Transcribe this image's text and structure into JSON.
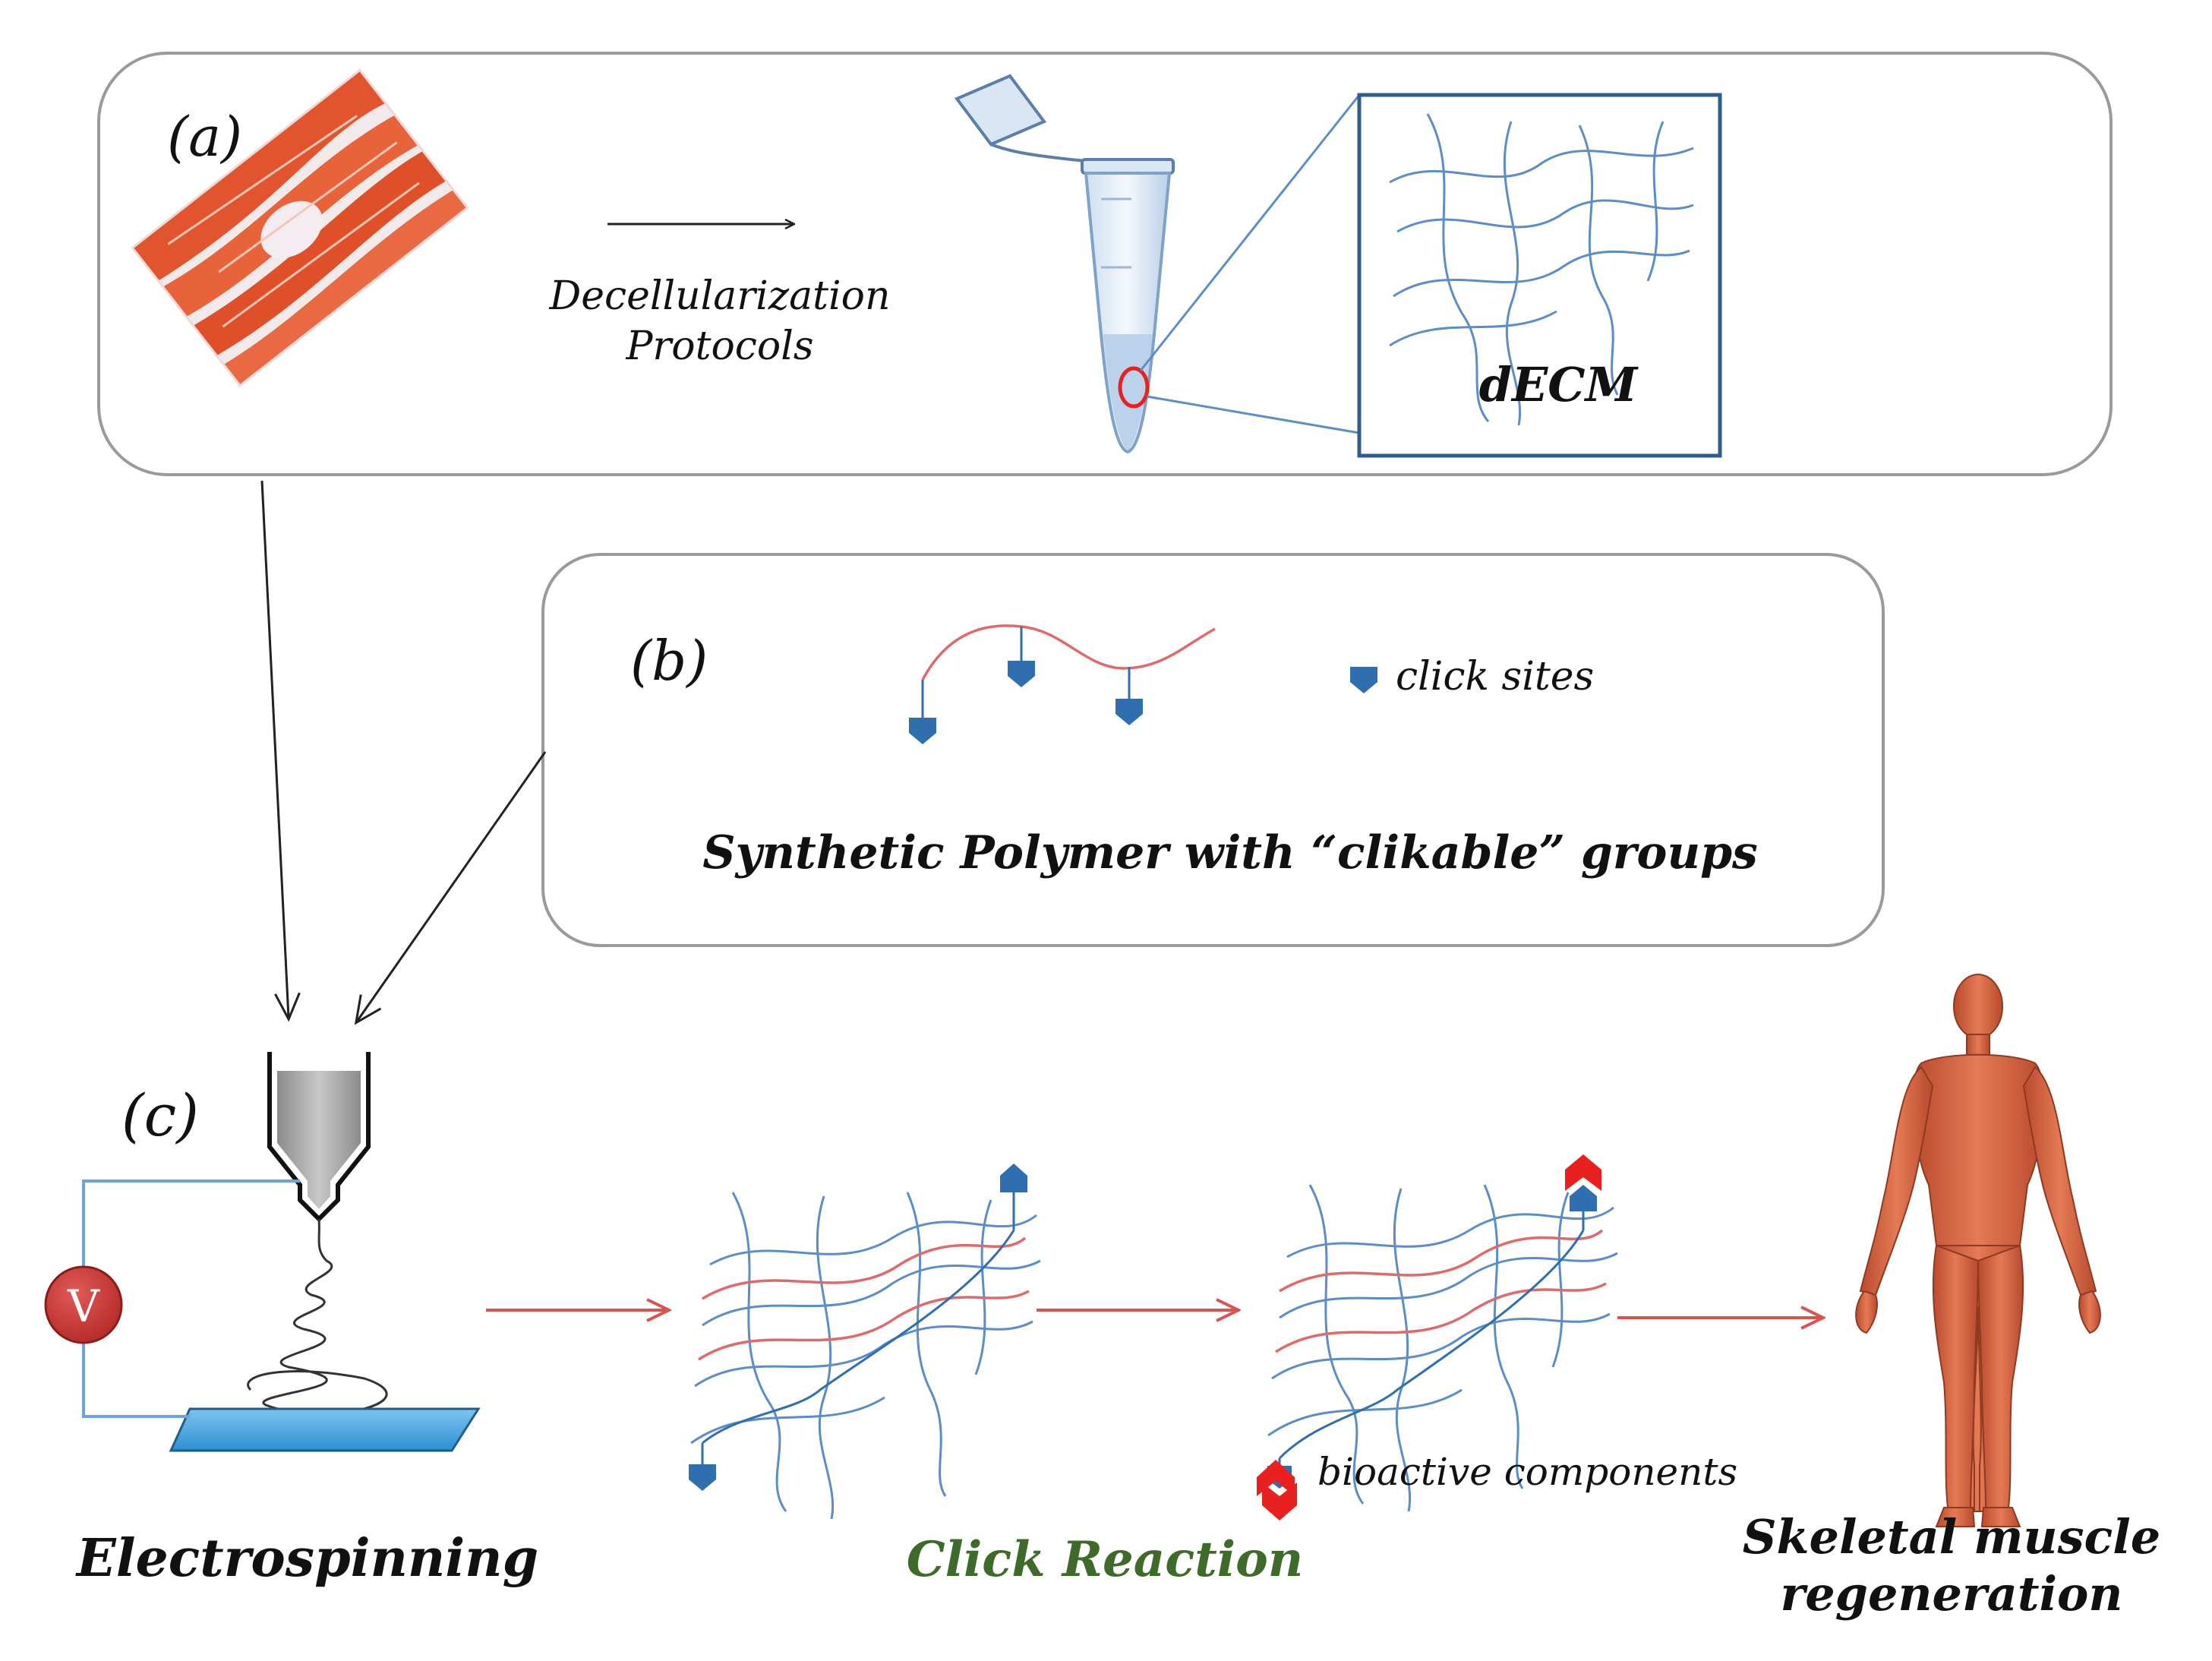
{
  "panel_a": {
    "label": "(a)",
    "arrow_caption_line1": "Decellularization",
    "arrow_caption_line2": "Protocols",
    "inset_label": "dECM"
  },
  "panel_b": {
    "label": "(b)",
    "legend_label": "click  sites",
    "title": "Synthetic Polymer with “clikable” groups"
  },
  "panel_c": {
    "label": "(c)",
    "voltage_label": "V",
    "bioactive_legend": "bioactive components",
    "step_electrospinning": "Electrospinning",
    "step_click": "Click Reaction",
    "step_regen_line1": "Skeletal muscle",
    "step_regen_line2": "regeneration"
  },
  "colors": {
    "fiber_blue": "#5b8ec9",
    "fiber_red": "#e06a6a",
    "site_blue": "#2f6fb0",
    "bioactive_red": "#e8201f",
    "flow_arrow": "#d9534f",
    "click_text": "#3f6b2a",
    "muscle": "#e06a4a"
  }
}
